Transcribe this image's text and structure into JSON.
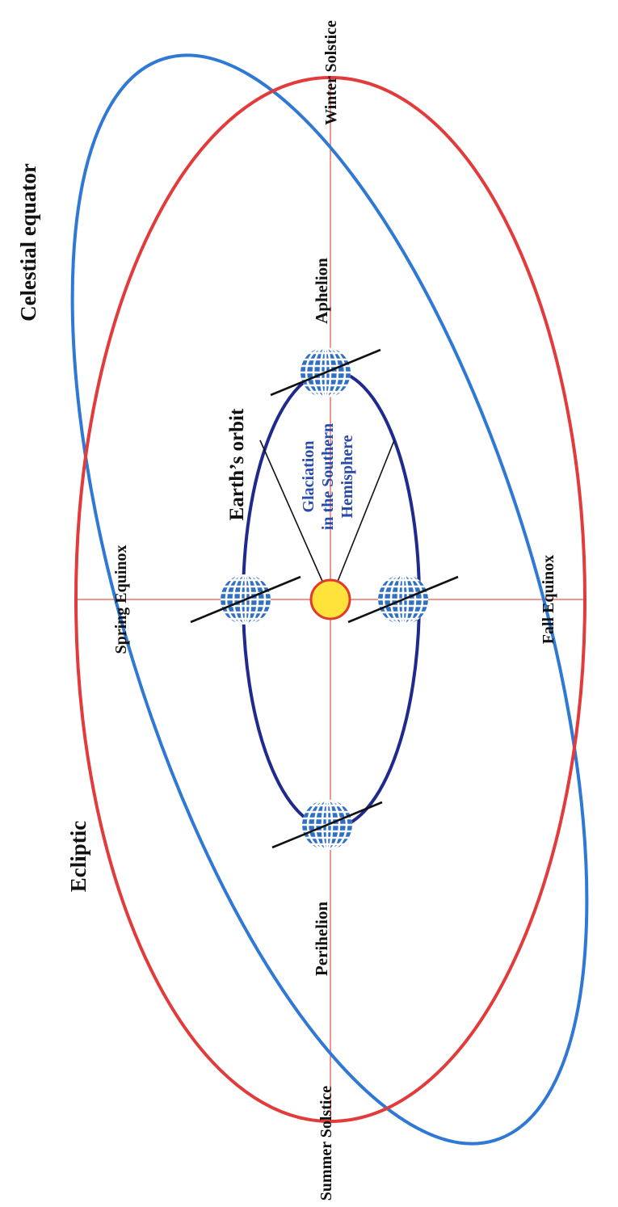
{
  "labels": {
    "celestial_equator": "Celestial equator",
    "ecliptic": "Ecliptic",
    "earths_orbit": "Earth’s orbit",
    "aphelion": "Aphelion",
    "perihelion": "Perihelion",
    "spring_equinox": "Spring Equinox",
    "fall_equinox": "Fall Equinox",
    "winter_solstice": "Winter Solstice",
    "summer_solstice": "Summer Solstice",
    "glaciation": [
      "Glaciation",
      "in the Southern",
      "Hemisphere"
    ]
  },
  "colors": {
    "ecliptic": "#e23b3b",
    "celestial_equator": "#2f78d4",
    "earths_orbit": "#1f2a8c",
    "axis_lines": "#e8736a",
    "sun_fill": "#ffe23a",
    "sun_stroke": "#e03a2a",
    "earth": "#2f6fc4",
    "glaciation_text": "#2a4aa8"
  },
  "icons": {
    "sun": "sun-icon",
    "earth": "earth-globe-icon"
  }
}
